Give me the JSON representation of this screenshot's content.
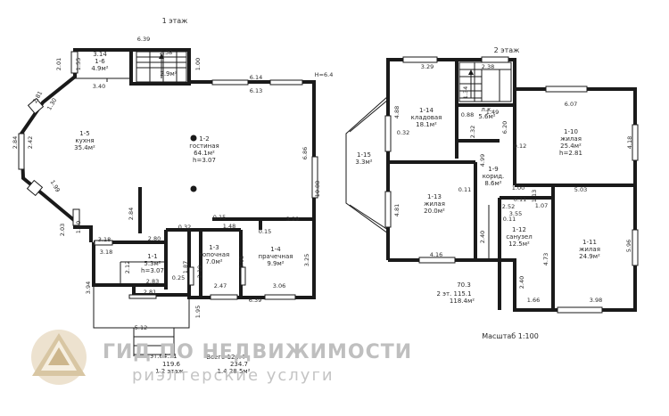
{
  "floor1": {
    "title": "1 этаж",
    "rooms": [
      {
        "id": "1-6",
        "lines": [
          "3.14",
          "1-6",
          "4.9м²"
        ]
      },
      {
        "id": "1-5",
        "lines": [
          "1-5",
          "кухня",
          "35.4м²"
        ]
      },
      {
        "id": "1-2",
        "lines": [
          "1-2",
          "гостиная",
          "64.1м²",
          "h=3.07"
        ]
      },
      {
        "id": "1-1",
        "lines": [
          "1-1",
          "5.3м²",
          "h=3.07"
        ]
      },
      {
        "id": "1-3",
        "lines": [
          "1-3",
          "топочная",
          "7.0м²"
        ]
      },
      {
        "id": "1-4",
        "lines": [
          "1-4",
          "прачечная",
          "9.9м²"
        ]
      },
      {
        "id": "stair1",
        "lines": [
          "2.9м²"
        ]
      }
    ],
    "dims": [
      "6.39",
      "2.38",
      "1.00",
      "2.01",
      "1.55",
      "3.40",
      "6.14",
      "6.13",
      "H=6.4",
      "2.81",
      "1.30",
      "2.84",
      "2.42",
      "1.99",
      "6.86",
      "10.88",
      "2.84",
      "2.03",
      "1.90",
      "3.18",
      "3.18",
      "2.80",
      "0.32",
      "0.15",
      "1.48",
      "3.29",
      "0.15",
      "3.25",
      "2.12",
      "1.87",
      "2.19",
      "2.95",
      "2.83",
      "2.81",
      "0.25",
      "2.47",
      "3.06",
      "6.39",
      "3.94",
      "1.95",
      "5.12"
    ],
    "totals": [
      "1 эт.64.11",
      "119.6",
      "1 2 этаж",
      "Всего 124.4",
      "234.7",
      "1.4 28.5м²"
    ]
  },
  "floor2": {
    "title": "2 этаж",
    "rooms": [
      {
        "id": "1-14",
        "lines": [
          "1-14",
          "кладовая",
          "18.1м²"
        ]
      },
      {
        "id": "1-15",
        "lines": [
          "1-15",
          "3.3м²"
        ]
      },
      {
        "id": "lk",
        "lines": [
          "л.к.",
          "5.6м²"
        ]
      },
      {
        "id": "1-10",
        "lines": [
          "1-10",
          "жилая",
          "25.4м²",
          "h=2.81"
        ]
      },
      {
        "id": "1-9",
        "lines": [
          "1-9",
          "корид.",
          "8.6м²"
        ]
      },
      {
        "id": "1-13",
        "lines": [
          "1-13",
          "жилая",
          "20.0м²"
        ]
      },
      {
        "id": "1-12",
        "lines": [
          "1-12",
          "санузел",
          "12.5м²"
        ]
      },
      {
        "id": "1-11",
        "lines": [
          "1-11",
          "жилая",
          "24.9м²"
        ]
      }
    ],
    "dims": [
      "3.29",
      "2.38",
      "1.34",
      "4.88",
      "0.32",
      "0.88",
      "1.49",
      "6.07",
      "2.32",
      "6.20",
      "4.18",
      "0.12",
      "4.99",
      "4.81",
      "0.11",
      "1.00",
      "5.03",
      "0.11",
      "2.52",
      "1.13",
      "3.55",
      "1.07",
      "0.11",
      "2.40",
      "4.73",
      "5.96",
      "4.16",
      "2.40",
      "1.66",
      "3.98"
    ],
    "totals": [
      "70.3",
      "2 эт. 115.1",
      "118.4м²"
    ]
  },
  "scale": "Масштаб 1:100",
  "watermark": {
    "line1": "ГИД ПО НЕДВИЖИМОСТИ",
    "line2": "риэлтерские услуги"
  }
}
